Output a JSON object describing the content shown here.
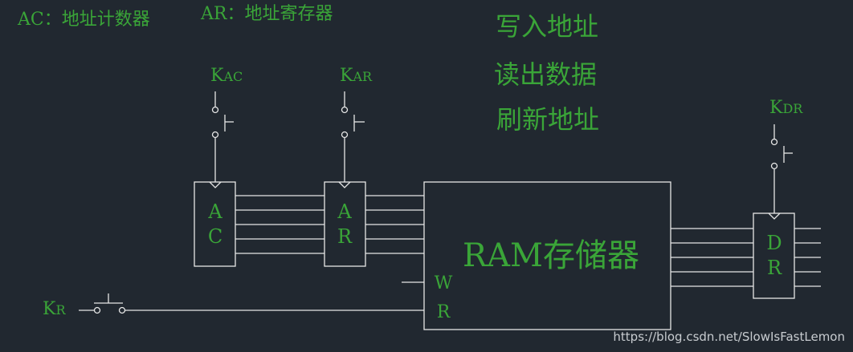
{
  "legend": {
    "ac": "AC：地址计数器",
    "ar": "AR：地址寄存器"
  },
  "steps": [
    "写入地址",
    "读出数据",
    "刷新地址"
  ],
  "switches": {
    "kac": {
      "main": "K",
      "sub": "AC"
    },
    "kar": {
      "main": "K",
      "sub": "AR"
    },
    "kdr": {
      "main": "K",
      "sub": "DR"
    },
    "kr": {
      "main": "K",
      "sub": "R"
    }
  },
  "blocks": {
    "ac": [
      "A",
      "C"
    ],
    "ar": [
      "A",
      "R"
    ],
    "dr": [
      "D",
      "R"
    ],
    "ram": "RAM存储器",
    "ram_pins": [
      "W",
      "R"
    ]
  },
  "watermark": "https://blog.csdn.net/SlowIsFastLemon",
  "colors": {
    "background": "#212830",
    "label": "#3aa538",
    "line": "#e6e6e6"
  }
}
